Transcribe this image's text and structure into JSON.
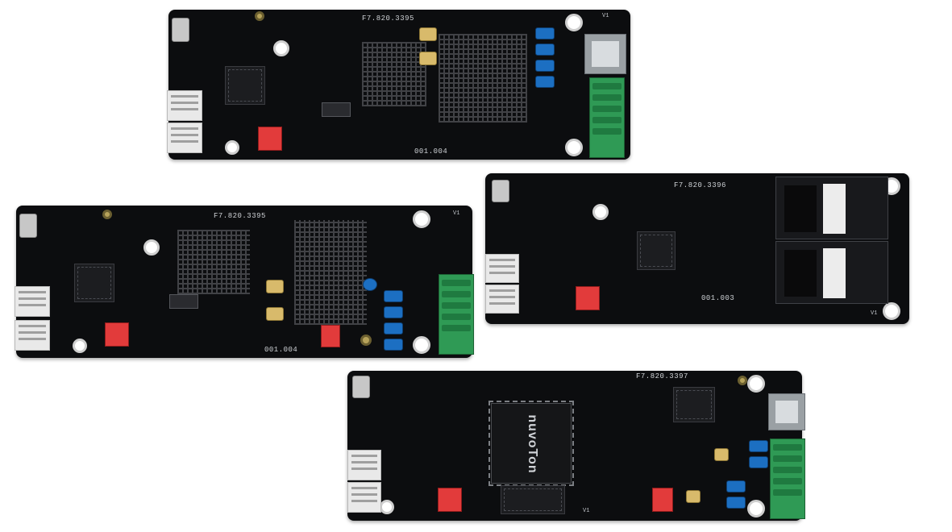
{
  "boards": [
    {
      "id": "board-top-left",
      "part_number": "F7.820.3395",
      "serial": "001.004",
      "revision": "V1"
    },
    {
      "id": "board-mid-left",
      "part_number": "F7.820.3395",
      "serial": "001.004",
      "revision": "V1"
    },
    {
      "id": "board-mid-right",
      "part_number": "F7.820.3396",
      "serial": "001.003",
      "revision": "V1"
    },
    {
      "id": "board-bottom",
      "part_number": "F7.820.3397",
      "revision": "V1",
      "chip_brand": "nuvoTon"
    }
  ]
}
